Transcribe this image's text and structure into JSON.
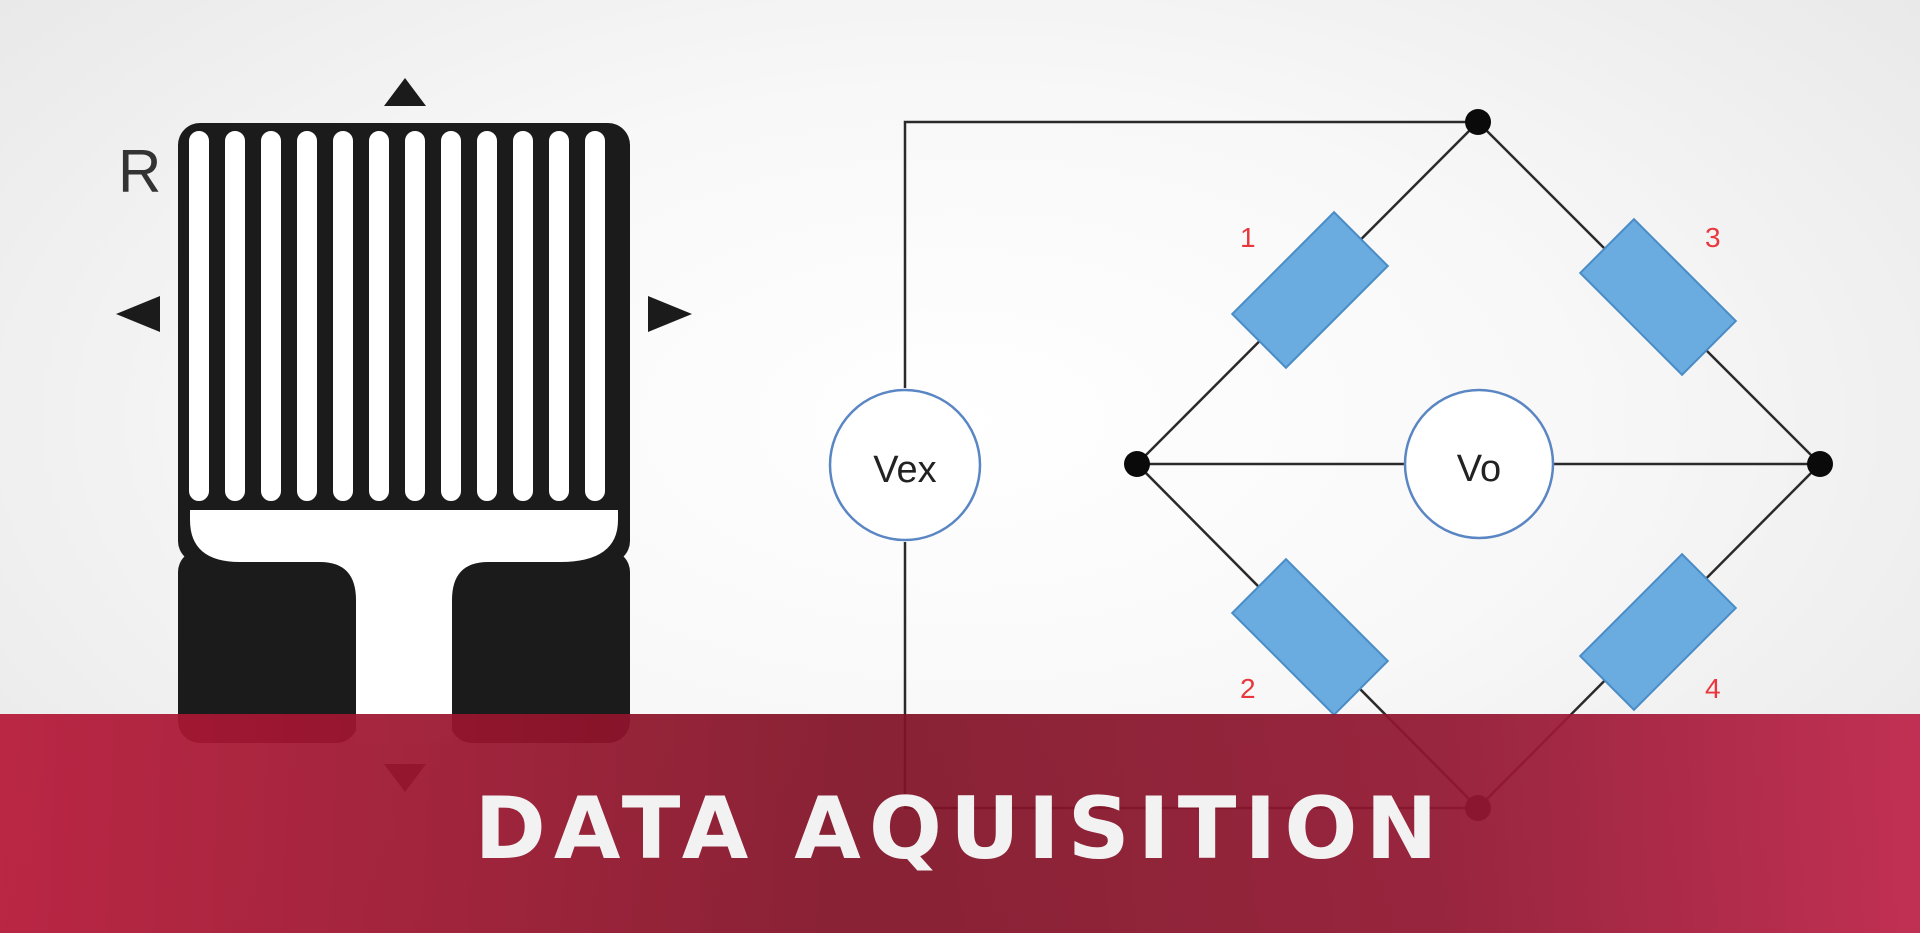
{
  "strain_gauge": {
    "resistance_label": "R"
  },
  "bridge": {
    "excitation_label": "Vex",
    "output_label": "Vo",
    "resistors": [
      {
        "label": "1"
      },
      {
        "label": "3"
      },
      {
        "label": "2"
      },
      {
        "label": "4"
      }
    ]
  },
  "banner": {
    "title": "DATA AQUISITION"
  },
  "colors": {
    "resistor_fill": "#6aabe0",
    "resistor_stroke": "#4a8cc6",
    "resistor_label": "#e8383d",
    "meter_stroke": "#5a86c4",
    "gauge_fill": "#1b1b1b",
    "banner": "#8c1527"
  }
}
